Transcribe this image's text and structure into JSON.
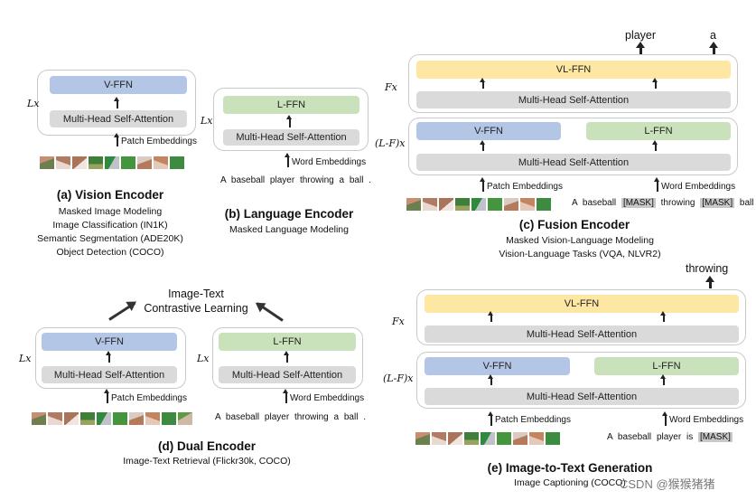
{
  "labels": {
    "vffn": "V-FFN",
    "lffn": "L-FFN",
    "vlffn": "VL-FFN",
    "mhsa": "Multi-Head Self-Attention",
    "patch_emb": "Patch Embeddings",
    "word_emb": "Word Embeddings",
    "lx": "Lx",
    "fx": "Fx",
    "lfx": "(L-F)x"
  },
  "a": {
    "title": "(a) Vision Encoder",
    "tasks": [
      "Masked Image Modeling",
      "Image Classification (IN1K)",
      "Semantic Segmentation (ADE20K)",
      "Object Detection (COCO)"
    ]
  },
  "b": {
    "title": "(b) Language Encoder",
    "tasks": [
      "Masked Language Modeling"
    ],
    "sentence": "A baseball player throwing a ball ."
  },
  "c": {
    "title": "(c) Fusion Encoder",
    "tasks": [
      "Masked Vision-Language Modeling",
      "Vision-Language Tasks (VQA, NLVR2)"
    ],
    "outputs": [
      "player",
      "a"
    ],
    "sentence": {
      "w1": "A",
      "w2": "baseball",
      "m1": "[MASK]",
      "w3": "throwing",
      "m2": "[MASK]",
      "w4": "ball",
      "w5": "."
    }
  },
  "d": {
    "title": "(d) Dual Encoder",
    "tasks": [
      "Image-Text Retrieval (Flickr30k, COCO)"
    ],
    "objective": [
      "Image-Text",
      "Contrastive Learning"
    ],
    "sentence": "A baseball player throwing a ball ."
  },
  "e": {
    "title": "(e) Image-to-Text Generation",
    "tasks": [
      "Image Captioning (COCO)"
    ],
    "output": "throwing",
    "sentence": {
      "w1": "A",
      "w2": "baseball",
      "w3": "player",
      "w4": "is",
      "m1": "[MASK]"
    }
  },
  "watermark": "CSDN @猴猴猪猪"
}
